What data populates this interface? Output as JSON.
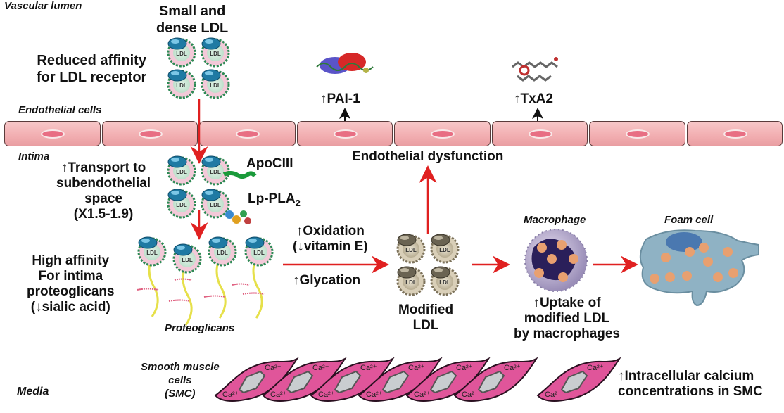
{
  "regions": {
    "vascular_lumen": "Vascular  lumen",
    "endothelial_cells": "Endothelial cells",
    "intima": "Intima",
    "media": "Media"
  },
  "lumen": {
    "ldl_title_1": "Small and",
    "ldl_title_2": "dense LDL",
    "affinity_1": "Reduced affinity",
    "affinity_2": "for LDL receptor",
    "pai1": "↑PAI-1",
    "txa2": "↑TxA2"
  },
  "intima": {
    "transport_1": "↑Transport to",
    "transport_2": "subendothelial",
    "transport_3": "space",
    "transport_4": "(X1.5-1.9)",
    "apociii": "ApoCIII",
    "lppla2": "Lp-PLA",
    "lppla2_sub": "2",
    "high_aff_1": "High affinity",
    "high_aff_2": "For intima",
    "high_aff_3": "proteoglicans",
    "high_aff_4": "(↓sialic acid)",
    "proteoglicans": "Proteoglicans",
    "oxidation": "↑Oxidation",
    "vitamin_e": "(↓vitamin E)",
    "glycation": "↑Glycation",
    "modified_1": "Modified",
    "modified_2": "LDL",
    "endo_dysfunction": "Endothelial dysfunction",
    "macrophage": "Macrophage",
    "uptake_1": "↑Uptake of",
    "uptake_2": "modified LDL",
    "uptake_3": "by macrophages",
    "foam_cell": "Foam cell"
  },
  "media": {
    "smc_1": "Smooth muscle",
    "smc_2": "cells",
    "smc_3": "(SMC)",
    "ca_label": "Ca",
    "ca_sup": "2+",
    "calcium_1": "↑Intracellular calcium",
    "calcium_2": "concentrations in SMC"
  },
  "ldl_label": "LDL",
  "colors": {
    "arrow_red": "#e02020",
    "endothelium_pink": "#f2aeb1",
    "smc_magenta": "#e0559a",
    "ldl_green": "#cfe9d8",
    "ldl_blue": "#1f6f9a",
    "modified_ldl": "#cfc6b0",
    "macrophage_purple": "#2a1f5a",
    "foam_blue": "#8fb2c4",
    "lipid_orange": "#e8a070"
  }
}
